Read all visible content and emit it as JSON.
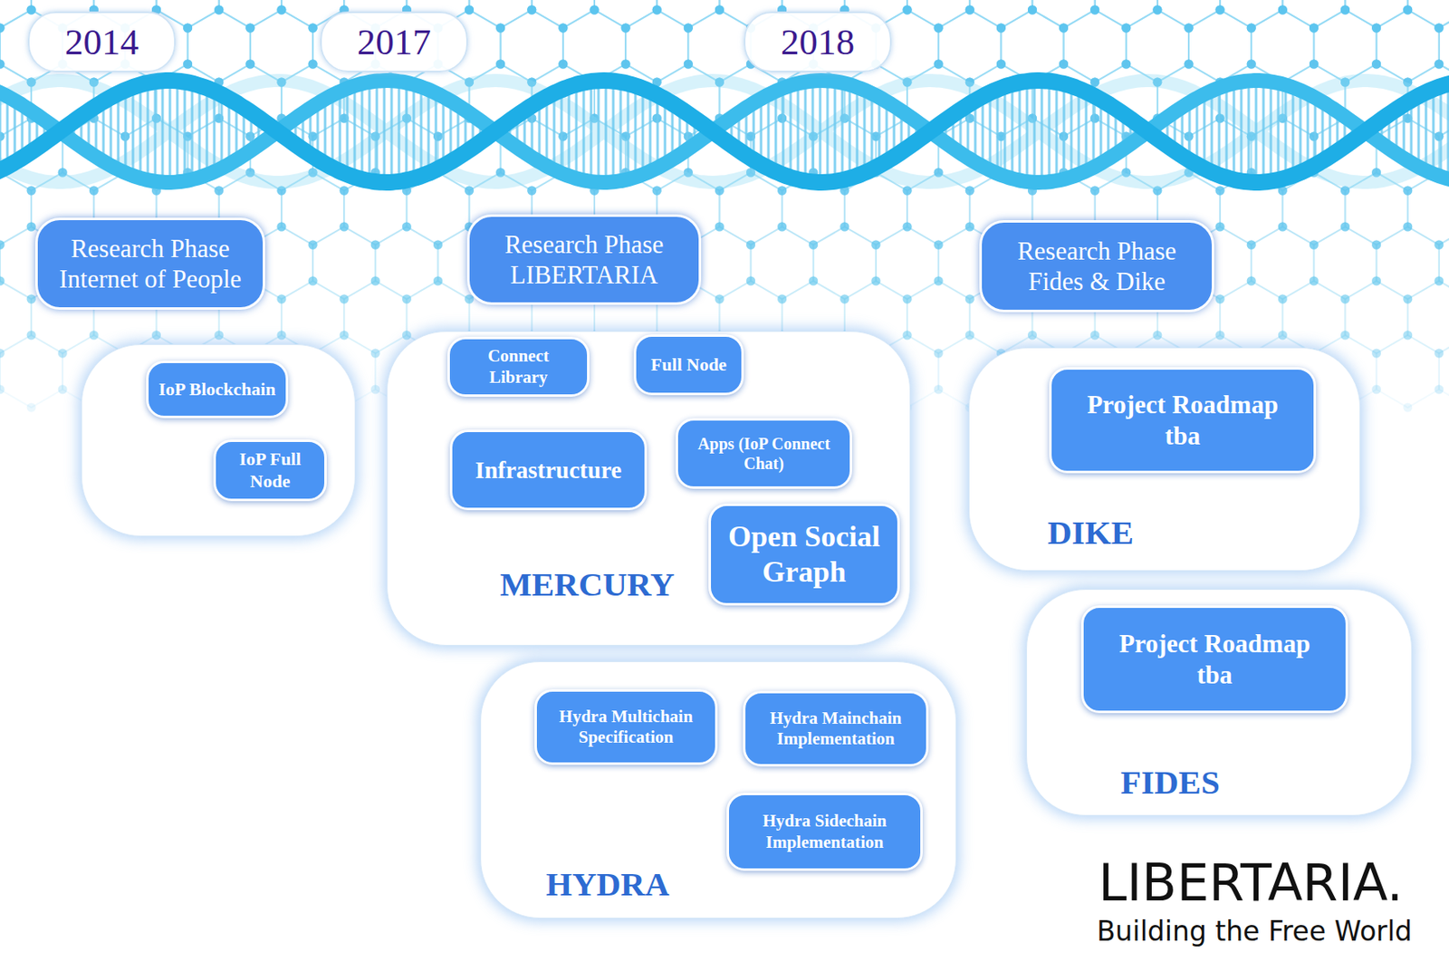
{
  "diagram": {
    "nodes": [
      {
        "text": [
          "2014"
        ]
      },
      {
        "text": [
          "2017"
        ]
      },
      {
        "text": [
          "2018"
        ]
      },
      {
        "text": [
          "Research Phase Internet of People"
        ]
      },
      {
        "text": [
          "Research Phase LIBERTARIA"
        ]
      },
      {
        "text": [
          "Research Phase Fides & Dike"
        ]
      },
      {
        "text": []
      },
      {
        "text": [
          "IoP Blockchain"
        ],
        "in": 6
      },
      {
        "text": [
          "IoP Full Node"
        ],
        "in": 6
      },
      {
        "text": [
          "MERCURY"
        ]
      },
      {
        "text": [
          "Connect Library"
        ],
        "in": 9
      },
      {
        "text": [
          "Full Node"
        ],
        "in": 9
      },
      {
        "text": [
          "Infrastructure"
        ],
        "in": 9
      },
      {
        "text": [
          "Apps (IoP Connect Chat)"
        ],
        "in": 9
      },
      {
        "text": [
          "Open Social Graph"
        ],
        "in": 9
      },
      {
        "text": [
          "HYDRA"
        ]
      },
      {
        "text": [
          "Hydra Multichain Specification"
        ],
        "in": 15
      },
      {
        "text": [
          "Hydra Mainchain Implementation"
        ],
        "in": 15
      },
      {
        "text": [
          "Hydra Sidechain Implementation"
        ],
        "in": 15
      },
      {
        "text": [
          "DIKE"
        ]
      },
      {
        "text": [
          "Project Roadmap tba"
        ],
        "in": 19
      },
      {
        "text": [
          "FIDES"
        ]
      },
      {
        "text": [
          "Project Roadmap tba"
        ],
        "in": 21
      }
    ],
    "labels": [
      "LIBERTARIA.",
      "Building the Free World"
    ]
  }
}
